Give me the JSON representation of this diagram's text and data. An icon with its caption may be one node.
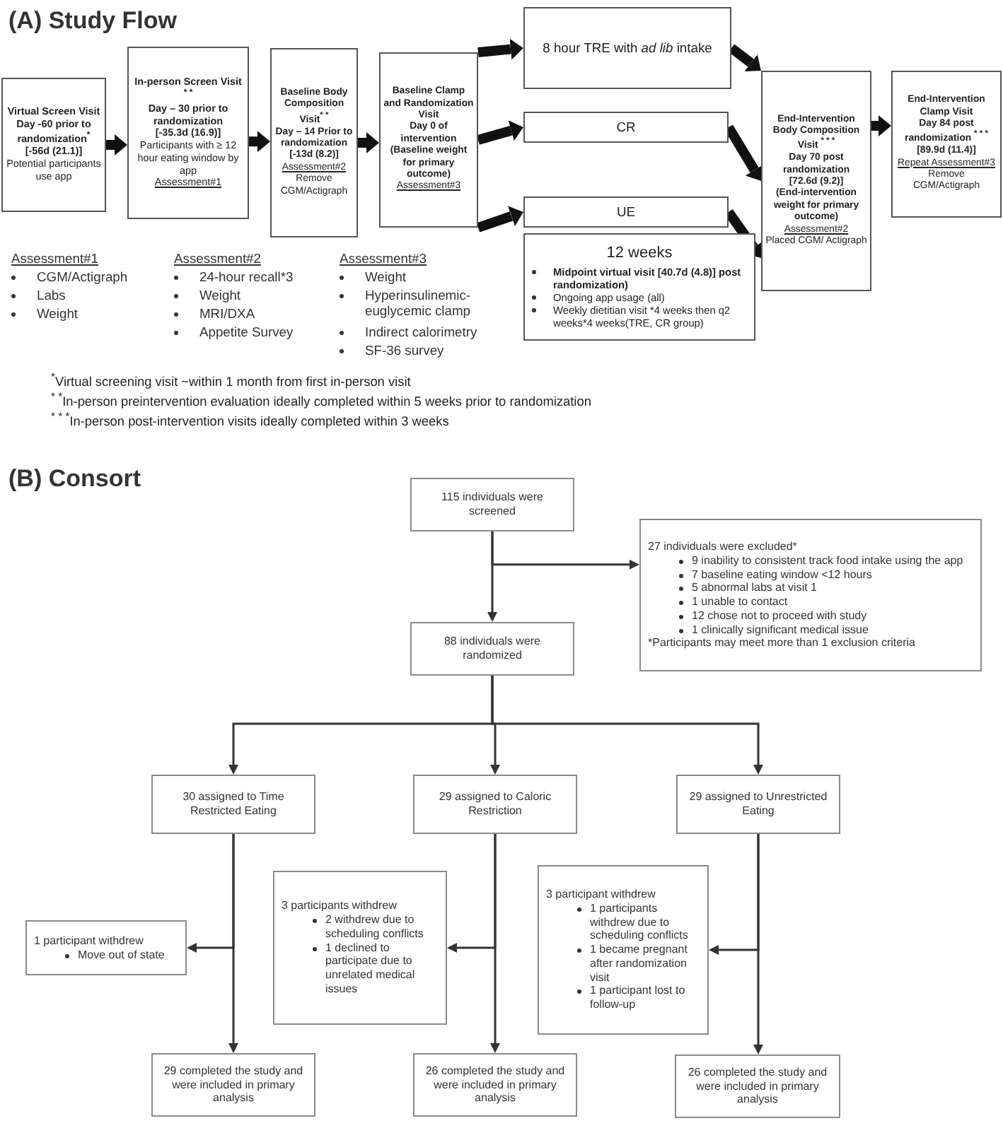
{
  "diagram": {
    "nodes": [
      {
        "text": [
          "Virtual Screen Visit",
          "Day -60 prior to randomization$^{*}$",
          "[-56d (21.1)]",
          "Potential participants use app"
        ]
      },
      {
        "text": [
          "In-person Screen Visit $^{* *}$",
          "Day – 30 prior to randomization",
          "[-35.3d (16.9)]",
          "Participants with ≥ 12 hour eating window by app",
          "Assessment#1"
        ]
      },
      {
        "text": [
          "Baseline Body Composition Visit$^{* *}$",
          "Day – 14 Prior to randomization",
          "[-13d (8.2)]",
          "Assessment#2",
          "Remove CGM/Actigraph"
        ]
      },
      {
        "text": [
          "Baseline Clamp and Randomization Visit",
          "Day 0 of intervention",
          "(Baseline weight for primary outcome)",
          "Assessment#3"
        ]
      },
      {
        "text": [
          "8 hour TRE with *ad lib* intake"
        ]
      },
      {
        "text": [
          "CR"
        ]
      },
      {
        "text": [
          "UE"
        ]
      },
      {
        "text": [
          "End-Intervention Body Composition Visit $^{* * *}$",
          "Day 70 post randomization",
          "[72.6d (9.2)]",
          "(End-intervention weight for primary outcome)",
          "Assessment#2",
          "Placed CGM/ Actigraph"
        ]
      },
      {
        "text": [
          "End-Intervention Clamp Visit",
          "Day 84 post randomization $^{* * *}$",
          "[89.9d (11.4)]",
          "Repeat Assessment#3",
          "Remove CGM/Actigraph"
        ]
      },
      {
        "text": [
          "12 weeks",
          "Midpoint virtual visit [40.7d (4.8)] post randomization)",
          "Ongoing app usage (all)",
          "Weekly dietitian visit *4 weeks then q2 weeks*4 weeks(TRE, CR group)"
        ]
      },
      {
        "text": [
          "115 individuals were screened"
        ]
      },
      {
        "text": [
          "27 individuals were excluded*",
          "9  inability to consistent track food intake using the app",
          "7 baseline eating window <12 hours",
          "5 abnormal labs at visit 1",
          "1 unable to contact",
          "12 chose not to proceed with study",
          "1  clinically significant medical issue",
          "*Participants may meet more than 1 exclusion criteria"
        ]
      },
      {
        "text": [
          "88 individuals were randomized"
        ]
      },
      {
        "text": [
          "30 assigned to Time Restricted Eating"
        ]
      },
      {
        "text": [
          "29 assigned to Caloric Restriction"
        ]
      },
      {
        "text": [
          "29 assigned to Unrestricted Eating"
        ]
      },
      {
        "text": [
          "1 participant withdrew",
          "Move out of state"
        ]
      },
      {
        "text": [
          "3 participants withdrew",
          "2 withdrew due to scheduling conflicts",
          "1 declined to participate due to unrelated medical issues"
        ]
      },
      {
        "text": [
          "3 participant withdrew",
          "1 participants withdrew due to scheduling conflicts",
          "1 became  pregnant after randomization visit",
          "1 participant lost to follow-up"
        ]
      },
      {
        "text": [
          "29 completed the study and were included in primary analysis"
        ]
      },
      {
        "text": [
          "26 completed the study and were included in primary analysis"
        ]
      },
      {
        "text": [
          "26 completed the study and were included in primary analysis"
        ]
      }
    ],
    "edges": [
      {
        "from": 0,
        "to": 1,
        "arrow": "to",
        "style": "thick"
      },
      {
        "from": 1,
        "to": 2,
        "arrow": "to",
        "style": "thick"
      },
      {
        "from": 2,
        "to": 3,
        "arrow": "to",
        "style": "thick"
      },
      {
        "from": 3,
        "to": 4,
        "arrow": "to",
        "style": "thick"
      },
      {
        "from": 3,
        "to": 5,
        "arrow": "to",
        "style": "thick"
      },
      {
        "from": 3,
        "to": 6,
        "arrow": "to",
        "style": "thick"
      },
      {
        "from": 4,
        "to": 7,
        "arrow": "to",
        "style": "thick"
      },
      {
        "from": 5,
        "to": 7,
        "arrow": "to",
        "style": "thick"
      },
      {
        "from": 6,
        "to": 7,
        "arrow": "to",
        "style": "thick"
      },
      {
        "from": 7,
        "to": 8,
        "arrow": "to",
        "style": "thick"
      },
      {
        "from": 10,
        "to": 12,
        "arrow": "to"
      },
      {
        "from": 10,
        "to": 11,
        "arrow": "to"
      },
      {
        "from": 12,
        "to": 13,
        "arrow": "to"
      },
      {
        "from": 12,
        "to": 14,
        "arrow": "to"
      },
      {
        "from": 12,
        "to": 15,
        "arrow": "to"
      },
      {
        "from": 13,
        "to": 16,
        "arrow": "to"
      },
      {
        "from": 14,
        "to": 17,
        "arrow": "to"
      },
      {
        "from": 15,
        "to": 18,
        "arrow": "to"
      },
      {
        "from": 13,
        "to": 19,
        "arrow": "to"
      },
      {
        "from": 14,
        "to": 20,
        "arrow": "to"
      },
      {
        "from": 15,
        "to": 21,
        "arrow": "to"
      }
    ],
    "labels": [
      "(A)  Study Flow",
      "Assessment#1",
      "CGM/Actigraph",
      "Labs",
      "Weight",
      "Assessment#2",
      "24-hour recall*3",
      "Weight",
      "MRI/DXA",
      "Appetite Survey",
      "Assessment#3",
      "Weight",
      "Hyperinsulinemic-euglycemic clamp",
      "Indirect calorimetry",
      "SF-36 survey",
      "$^{*}$Virtual screening visit ~within 1 month from first in-person visit",
      "$^{* *}$In-person preintervention evaluation ideally completed within 5 weeks prior to randomization",
      "$^{* * *}$In-person post-intervention visits ideally completed within 3 weeks",
      "(B)  Consort"
    ]
  }
}
